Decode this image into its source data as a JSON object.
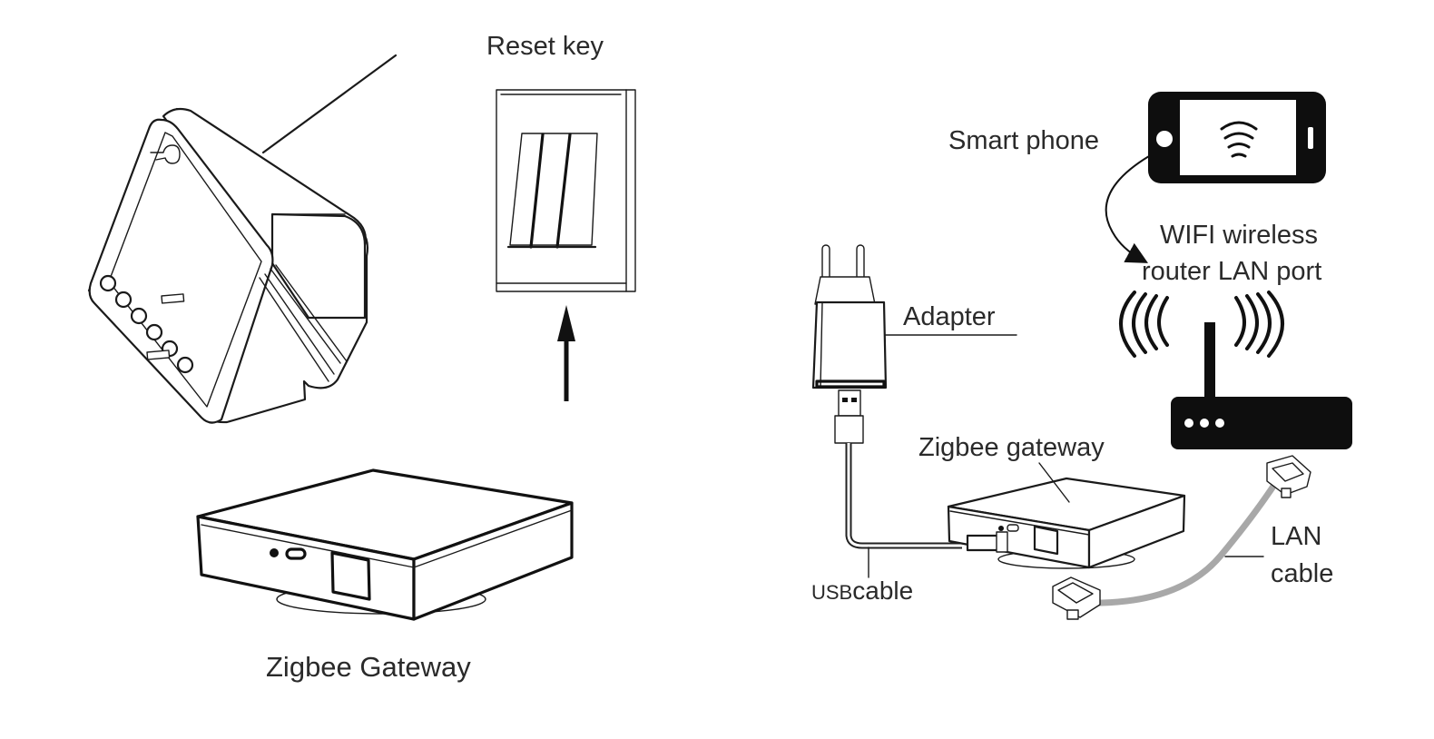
{
  "figure": {
    "left_panel": {
      "reset_key_label": "Reset key",
      "gateway_caption": "Zigbee Gateway"
    },
    "right_panel": {
      "smartphone_label": "Smart phone",
      "router_label_line1": "WIFI wireless",
      "router_label_line2": "router LAN port",
      "adapter_label": "Adapter",
      "gateway_label": "Zigbee gateway",
      "usb_label_prefix": "USB",
      "usb_label_suffix": "cable",
      "lan_label_line1": "LAN",
      "lan_label_line2": "cable"
    },
    "colors": {
      "line": "#1a1a1a",
      "text": "#2a2a2a",
      "lan_cable": "#a8a8a8",
      "background": "#ffffff"
    }
  }
}
